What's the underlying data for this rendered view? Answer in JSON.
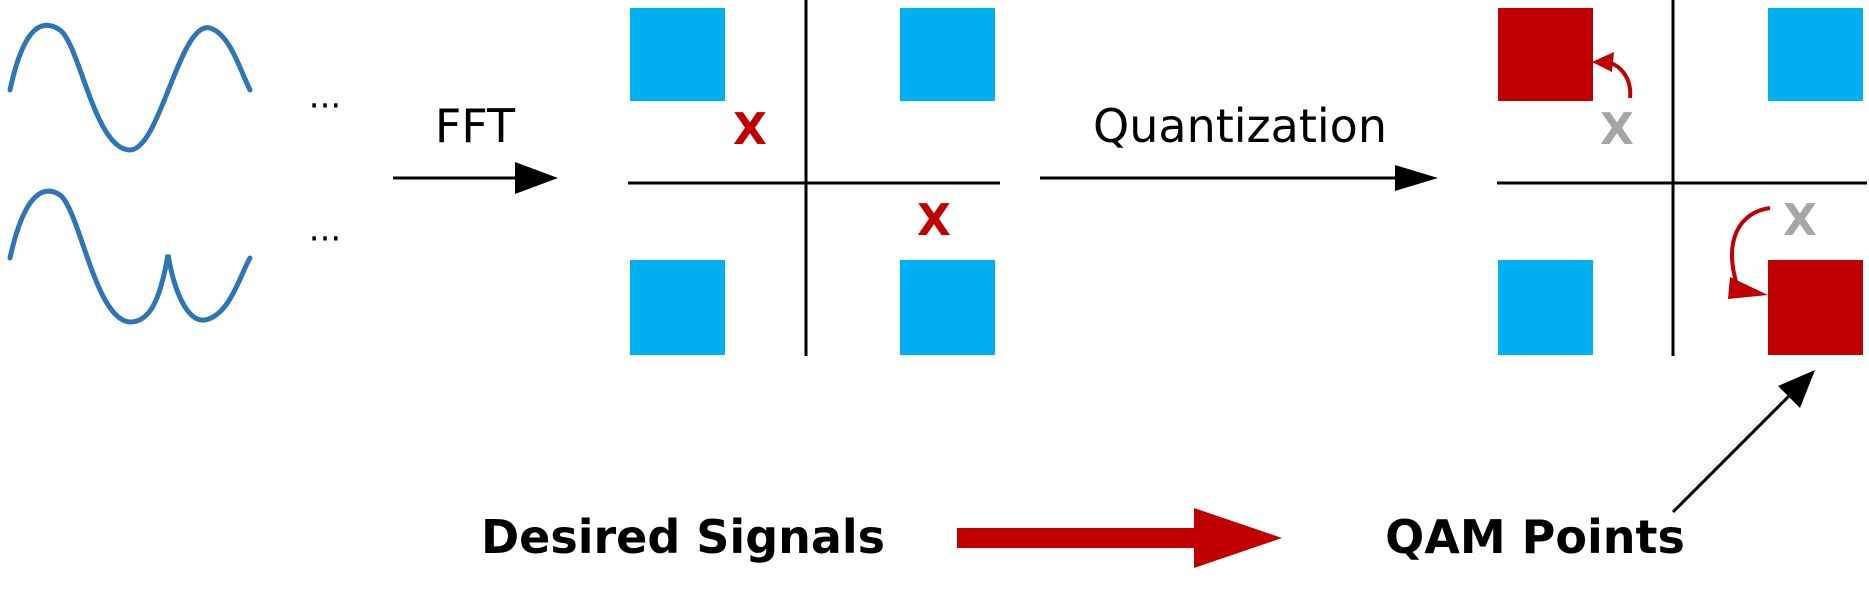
{
  "labels": {
    "fft": "FFT",
    "quantization": "Quantization",
    "desired_signals": "Desired Signals",
    "qam_points": "QAM Points",
    "ellipsis": "···"
  },
  "markers": {
    "cross": "X"
  },
  "colors": {
    "wave": "#2e75b6",
    "cyan_square": "#00b0f0",
    "red_square": "#c00000",
    "red_marker": "#c00000",
    "gray_marker": "#a6a6a6",
    "axis": "#000000"
  },
  "legend": {
    "from": "Desired Signals",
    "to": "QAM Points",
    "arrow_color": "#c00000"
  }
}
